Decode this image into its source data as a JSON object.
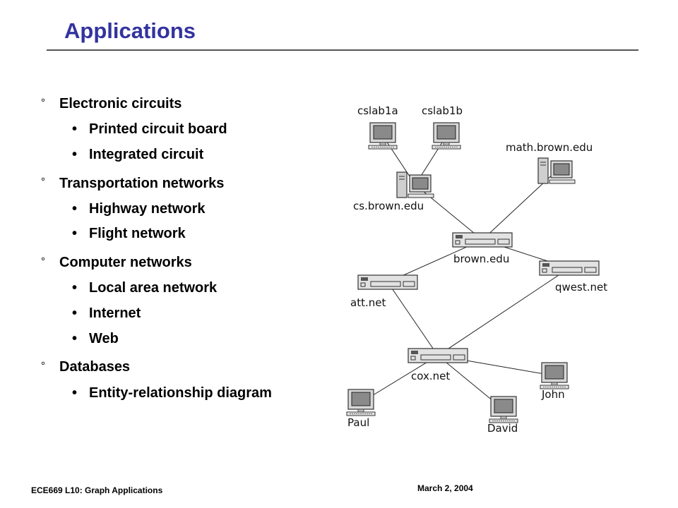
{
  "slide": {
    "title": "Applications",
    "footer_left": "ECE669  L10: Graph Applications",
    "footer_right": "March 2, 2004"
  },
  "bullets": [
    {
      "text": "Electronic circuits",
      "level": 1
    },
    {
      "text": "Printed circuit board",
      "level": 2
    },
    {
      "text": "Integrated circuit",
      "level": 2
    },
    {
      "text": "Transportation networks",
      "level": 1
    },
    {
      "text": "Highway network",
      "level": 2
    },
    {
      "text": "Flight network",
      "level": 2
    },
    {
      "text": "Computer networks",
      "level": 1
    },
    {
      "text": "Local area network",
      "level": 2
    },
    {
      "text": "Internet",
      "level": 2
    },
    {
      "text": "Web",
      "level": 2
    },
    {
      "text": "Databases",
      "level": 1
    },
    {
      "text": "Entity-relationship diagram",
      "level": 2
    }
  ],
  "bullet_marks": {
    "level1": "°",
    "level2": "•"
  },
  "network": {
    "nodes": [
      {
        "id": "cslab1a",
        "label": "cslab1a",
        "kind": "monitor"
      },
      {
        "id": "cslab1b",
        "label": "cslab1b",
        "kind": "monitor"
      },
      {
        "id": "math",
        "label": "math.brown.edu",
        "kind": "tower"
      },
      {
        "id": "cs",
        "label": "cs.brown.edu",
        "kind": "tower"
      },
      {
        "id": "brown",
        "label": "brown.edu",
        "kind": "router"
      },
      {
        "id": "qwest",
        "label": "qwest.net",
        "kind": "router"
      },
      {
        "id": "att",
        "label": "att.net",
        "kind": "router"
      },
      {
        "id": "cox",
        "label": "cox.net",
        "kind": "router"
      },
      {
        "id": "john",
        "label": "John",
        "kind": "monitor"
      },
      {
        "id": "paul",
        "label": "Paul",
        "kind": "monitor"
      },
      {
        "id": "david",
        "label": "David",
        "kind": "monitor"
      }
    ],
    "edges": [
      [
        "cslab1a",
        "cs"
      ],
      [
        "cslab1b",
        "cs"
      ],
      [
        "cs",
        "brown"
      ],
      [
        "math",
        "brown"
      ],
      [
        "brown",
        "att"
      ],
      [
        "brown",
        "qwest"
      ],
      [
        "att",
        "cox"
      ],
      [
        "qwest",
        "cox"
      ],
      [
        "cox",
        "john"
      ],
      [
        "cox",
        "paul"
      ],
      [
        "cox",
        "david"
      ]
    ]
  }
}
